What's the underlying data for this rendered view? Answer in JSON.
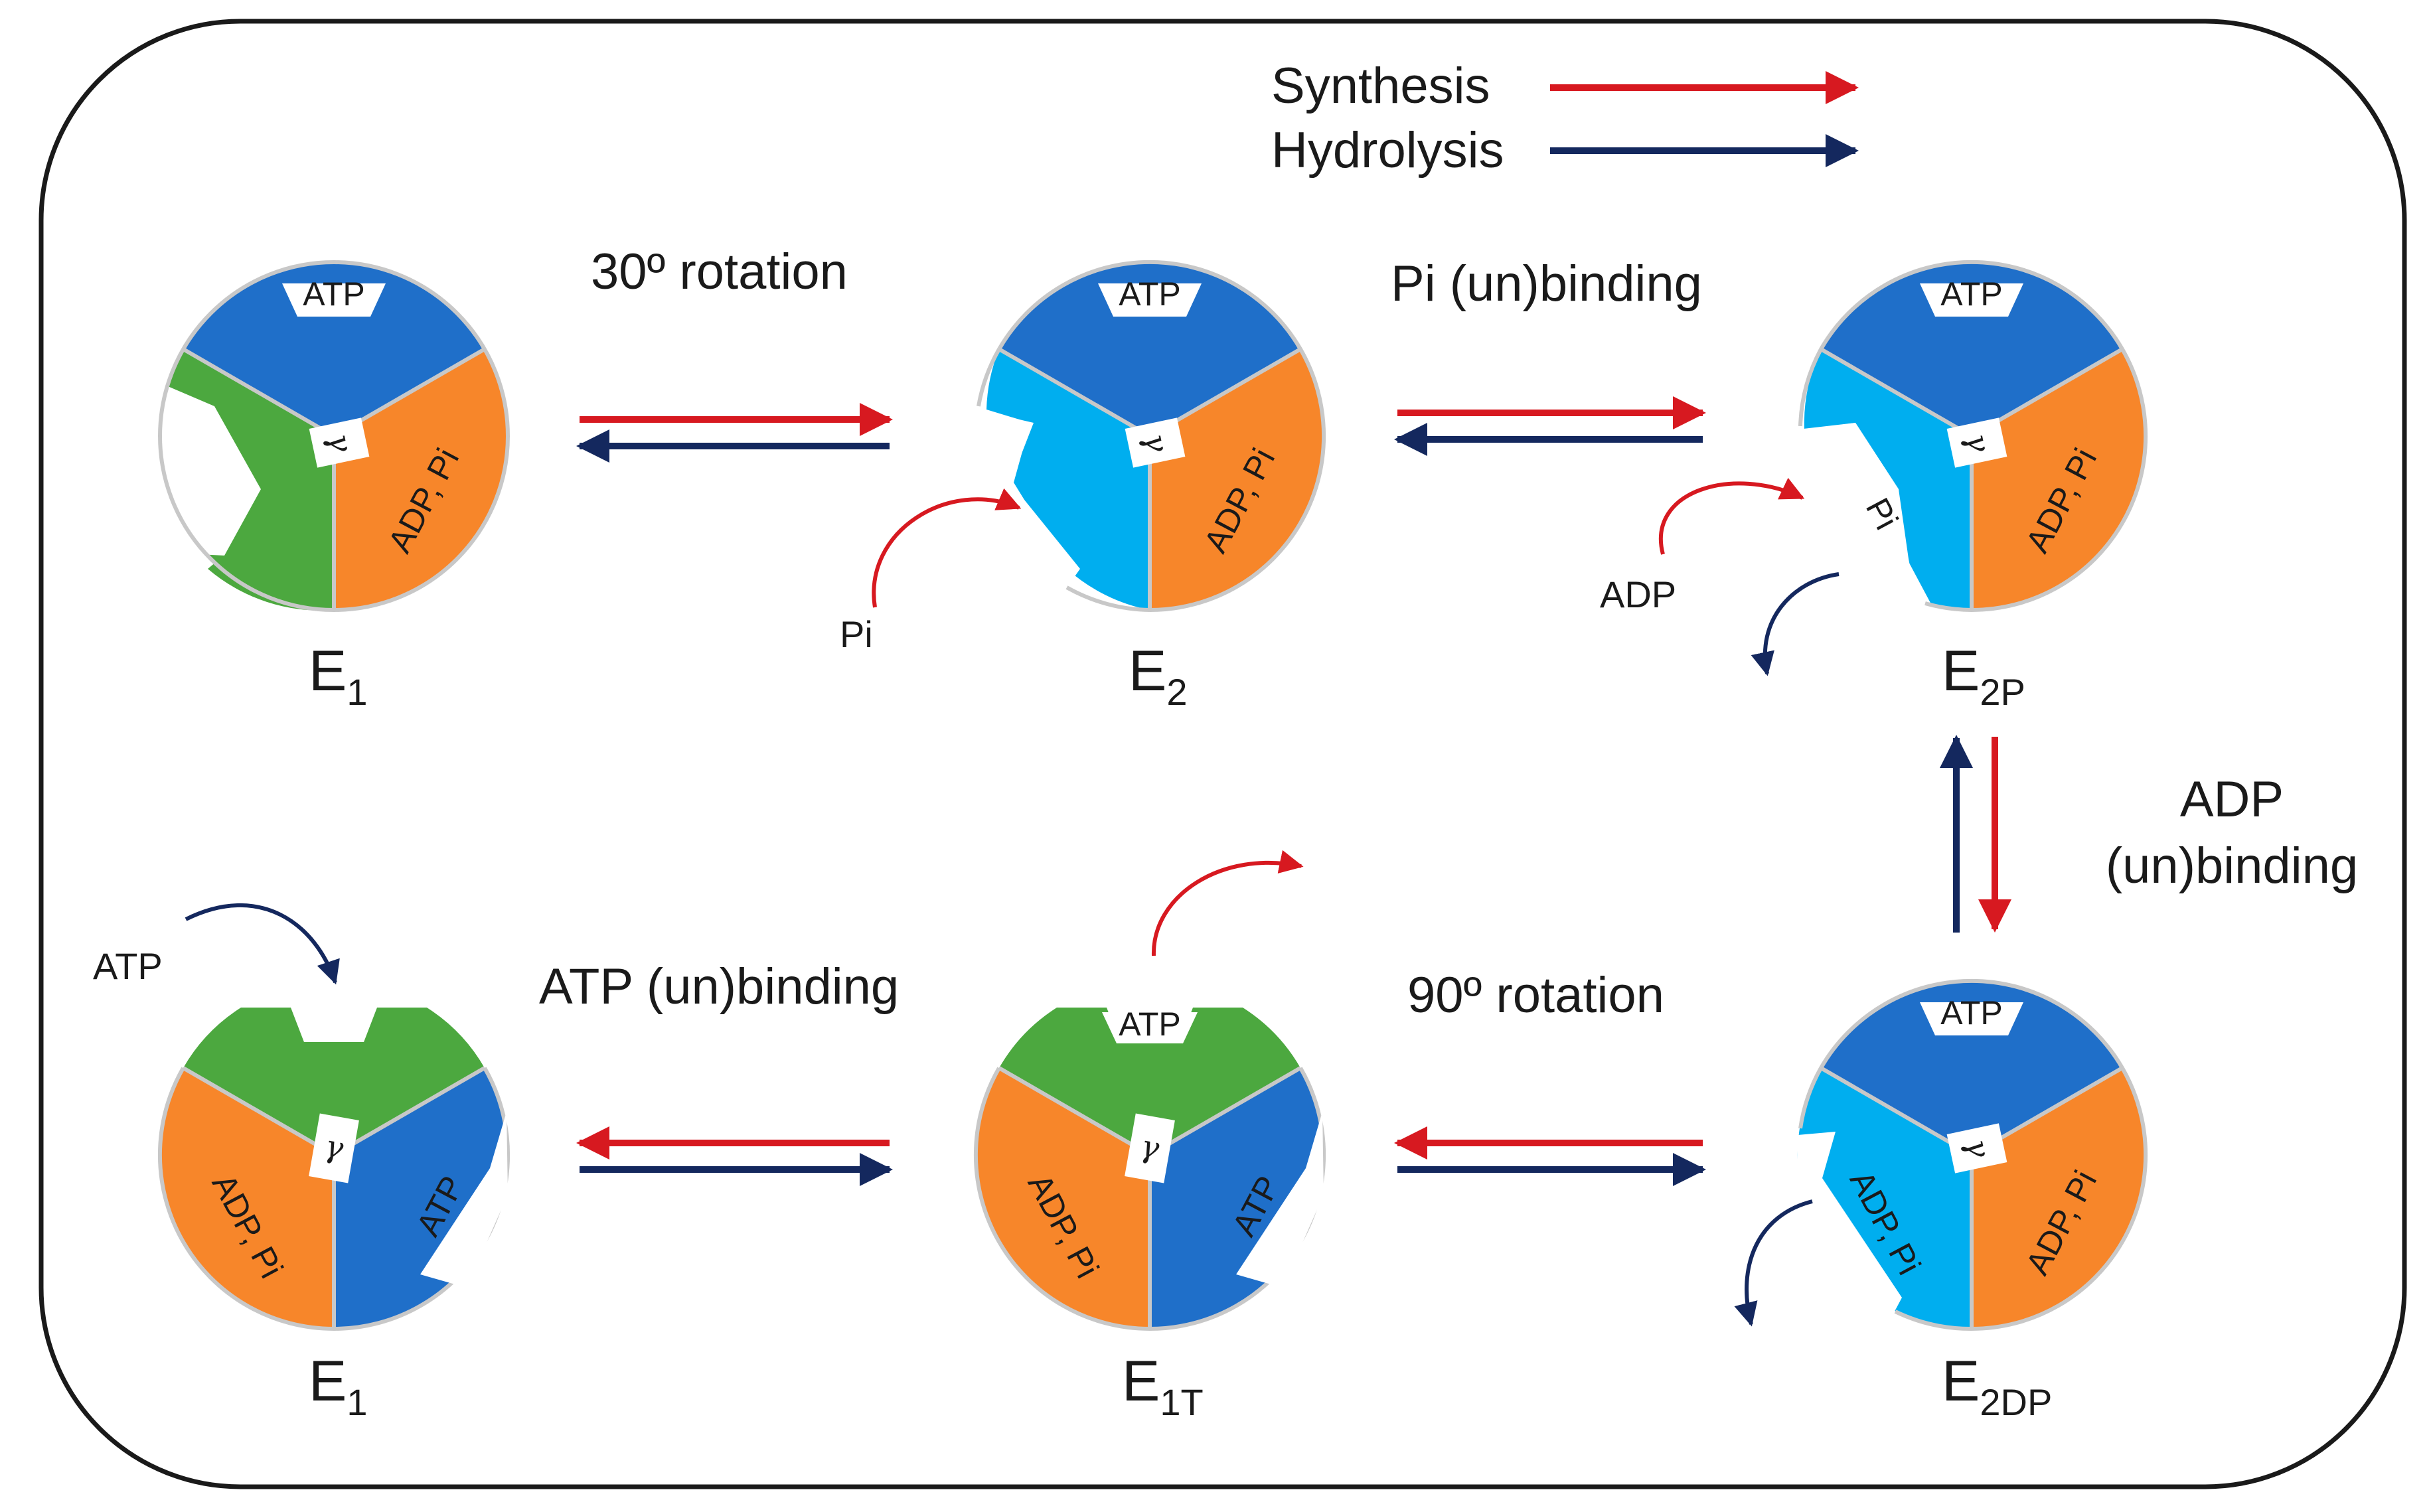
{
  "legend": {
    "synthesis_label": "Synthesis",
    "hydrolysis_label": "Hydrolysis",
    "synthesis_color": "#d71920",
    "hydrolysis_color": "#14285e"
  },
  "colors": {
    "dark_blue": "#1f6fc9",
    "light_blue": "#00aeef",
    "orange": "#f7862a",
    "green": "#4ca83f",
    "outline": "#c8c8c8",
    "frame": "#1a1a1a"
  },
  "gamma_symbol": "γ",
  "states": {
    "top1": {
      "name": "E",
      "sub": "1",
      "labels": {
        "atp": "ATP",
        "adp_pi": "ADP, Pi"
      }
    },
    "top2": {
      "name": "E",
      "sub": "2",
      "labels": {
        "atp": "ATP",
        "adp_pi": "ADP, Pi"
      }
    },
    "top3": {
      "name": "E",
      "sub": "2P",
      "labels": {
        "atp": "ATP",
        "adp_pi": "ADP, Pi",
        "pi": "Pi"
      }
    },
    "bot1": {
      "name": "E",
      "sub": "1",
      "labels": {
        "atp": "ATP",
        "adp_pi": "ADP, Pi"
      }
    },
    "bot2": {
      "name": "E",
      "sub": "1T",
      "labels": {
        "atp_top": "ATP",
        "atp": "ATP",
        "adp_pi": "ADP, Pi"
      }
    },
    "bot3": {
      "name": "E",
      "sub": "2DP",
      "labels": {
        "atp": "ATP",
        "adp_pi_left": "ADP, Pi",
        "adp_pi_right": "ADP, Pi"
      }
    }
  },
  "transitions": {
    "rotation_30": "30º rotation",
    "pi_binding": "Pi (un)binding",
    "adp_binding_line1": "ADP",
    "adp_binding_line2": "(un)binding",
    "rotation_90": "90º rotation",
    "atp_binding": "ATP (un)binding"
  },
  "ligands": {
    "pi_in": "Pi",
    "adp_in": "ADP",
    "atp_in": "ATP"
  }
}
